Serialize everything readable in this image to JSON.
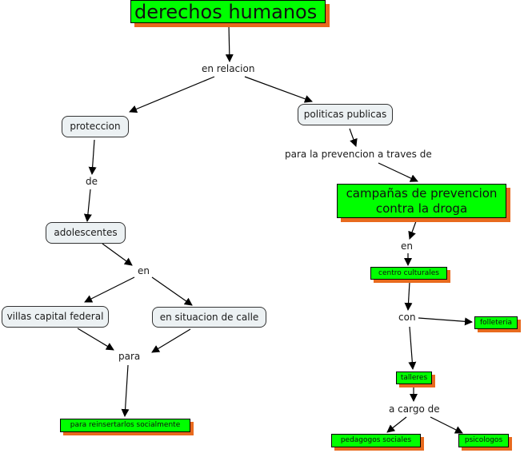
{
  "concept_map": {
    "colors": {
      "concept_fill": "#00ff00",
      "shadow": "#e86a1e",
      "node_fill": "#ecf1f3",
      "line": "#000000"
    },
    "nodes": {
      "derechos_humanos": "derechos humanos",
      "en_relacion": "en relacion",
      "proteccion": "proteccion",
      "politicas_publicas": "politicas publicas",
      "de": "de",
      "para_prevencion": "para la prevencion a traves  de",
      "adolescentes": "adolescentes",
      "campanas_line1": "campañas de prevencion",
      "campanas_line2": "contra la droga",
      "en_left": "en",
      "en_right": "en",
      "villas": "villas capital federal",
      "situacion_calle": "en situacion de calle",
      "centro_culturales": "centro culturales",
      "con": "con",
      "folleteria": "folleteria",
      "para": "para",
      "talleres": "talleres",
      "reinsertarlos": "para reinsertarlos socialmente",
      "a_cargo_de": "a cargo de",
      "pedagogos": "pedagogos sociales",
      "psicologos": "psicologos"
    }
  }
}
